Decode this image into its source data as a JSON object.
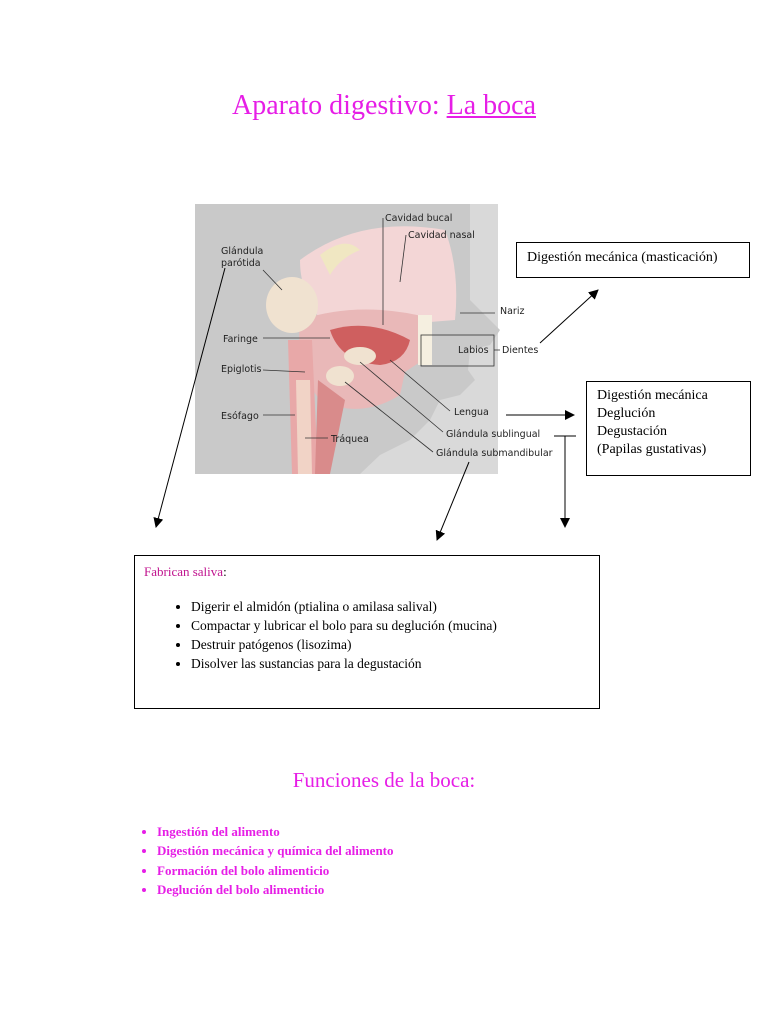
{
  "title": {
    "prefix": "Aparato digestivo:",
    "underlined": "La boca"
  },
  "diagram_labels": {
    "cavidad_bucal": "Cavidad bucal",
    "cavidad_nasal": "Cavidad nasal",
    "glandula": "Glándula",
    "parotida": "parótida",
    "nariz": "Nariz",
    "faringe": "Faringe",
    "labios": "Labios",
    "dientes": "Dientes",
    "epiglotis": "Epiglotis",
    "esofago": "Esófago",
    "lengua": "Lengua",
    "traquea": "Tráquea",
    "sublingual": "Glándula sublingual",
    "submandibular": "Glándula submandibular"
  },
  "box_top": {
    "text": "Digestión mecánica (masticación)"
  },
  "box_right": {
    "lines": [
      "Digestión mecánica",
      "Deglución",
      "Degustación",
      "(Papilas gustativas)"
    ]
  },
  "saliva_box": {
    "heading": "Fabrican saliva",
    "colon": ":",
    "items": [
      "Digerir el almidón (ptialina o amilasa salival)",
      "Compactar y lubricar el bolo para su deglución (mucina)",
      "Destruir patógenos (lisozima)",
      "Disolver las sustancias para la degustación"
    ]
  },
  "functions": {
    "title": "Funciones de la boca",
    "colon": ":",
    "items": [
      "Ingestión del alimento",
      "Digestión mecánica y química del alimento",
      "Formación del bolo alimenticio",
      "Deglución del bolo alimenticio"
    ]
  },
  "colors": {
    "title": "#e61ee6",
    "saliva_heading": "#c0138e"
  }
}
